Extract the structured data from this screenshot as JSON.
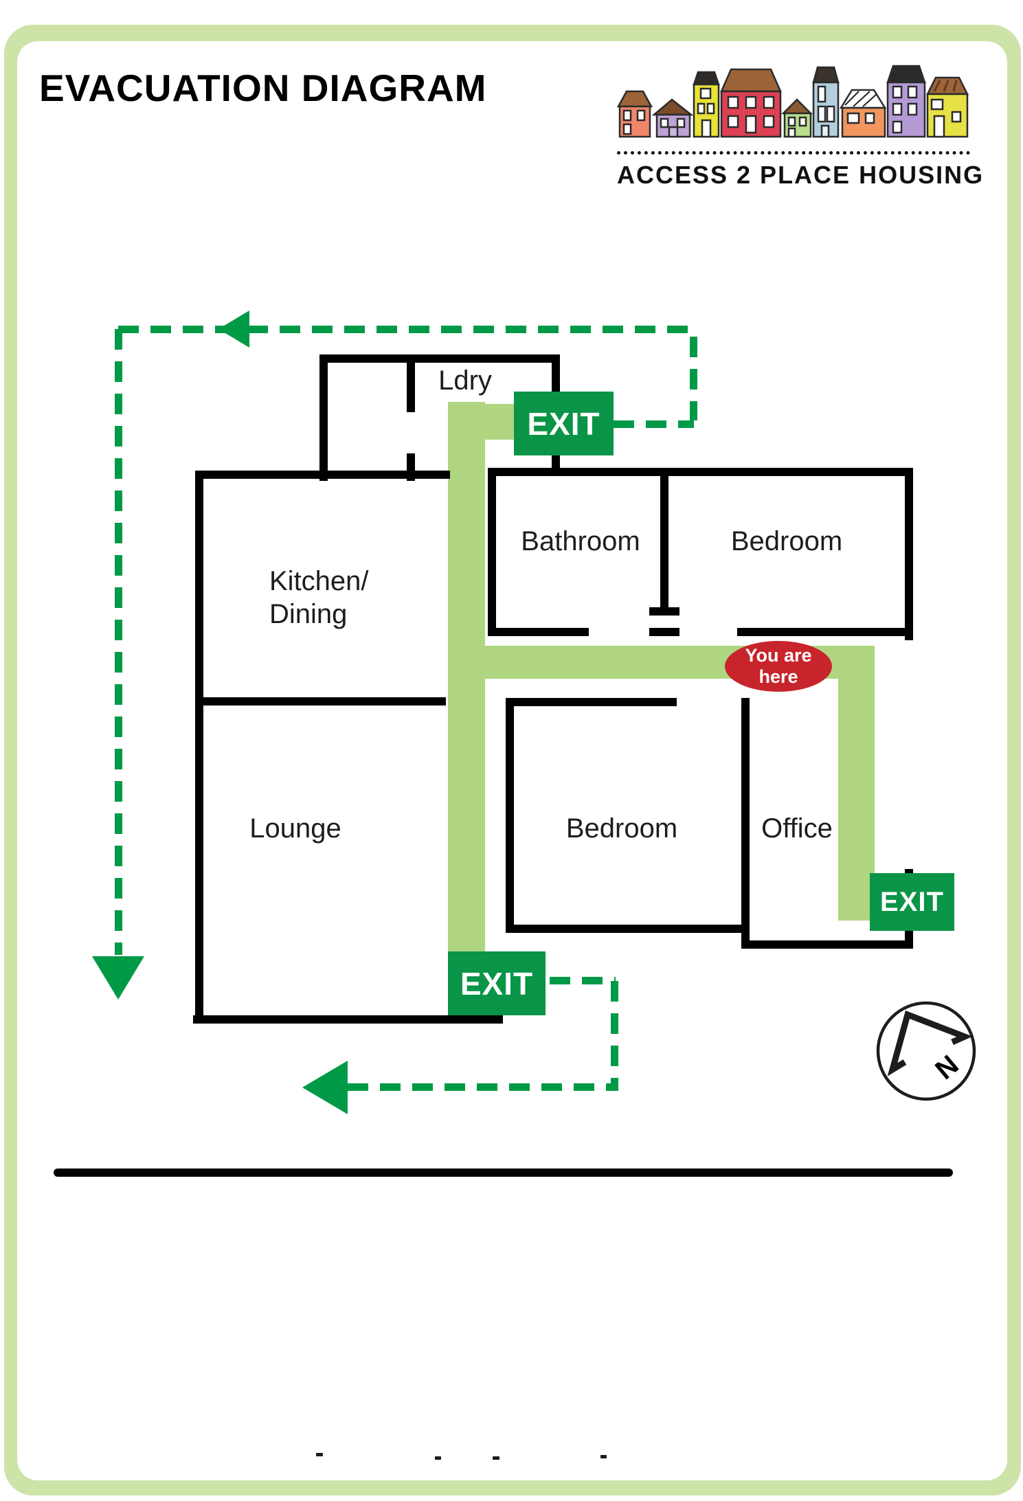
{
  "header": {
    "title": "EVACUATION DIAGRAM",
    "logo_text": "ACCESS 2 PLACE HOUSING"
  },
  "plan": {
    "rooms": {
      "laundry": "Ldry",
      "kitchen_line1": "Kitchen/",
      "kitchen_line2": "Dining",
      "bathroom": "Bathroom",
      "bedroom_top": "Bedroom",
      "lounge": "Lounge",
      "bedroom_mid": "Bedroom",
      "office": "Office"
    },
    "exits": {
      "top": "EXIT",
      "right": "EXIT",
      "bottom": "EXIT"
    },
    "you_are_here": {
      "line1": "You are",
      "line2": "here"
    },
    "compass_letter": "N"
  },
  "colors": {
    "exit_green": "#0A9447",
    "route_green": "#009A47",
    "path_green": "#AFD580",
    "marker_red": "#C8242B",
    "frame_green": "#CDE3A8"
  }
}
